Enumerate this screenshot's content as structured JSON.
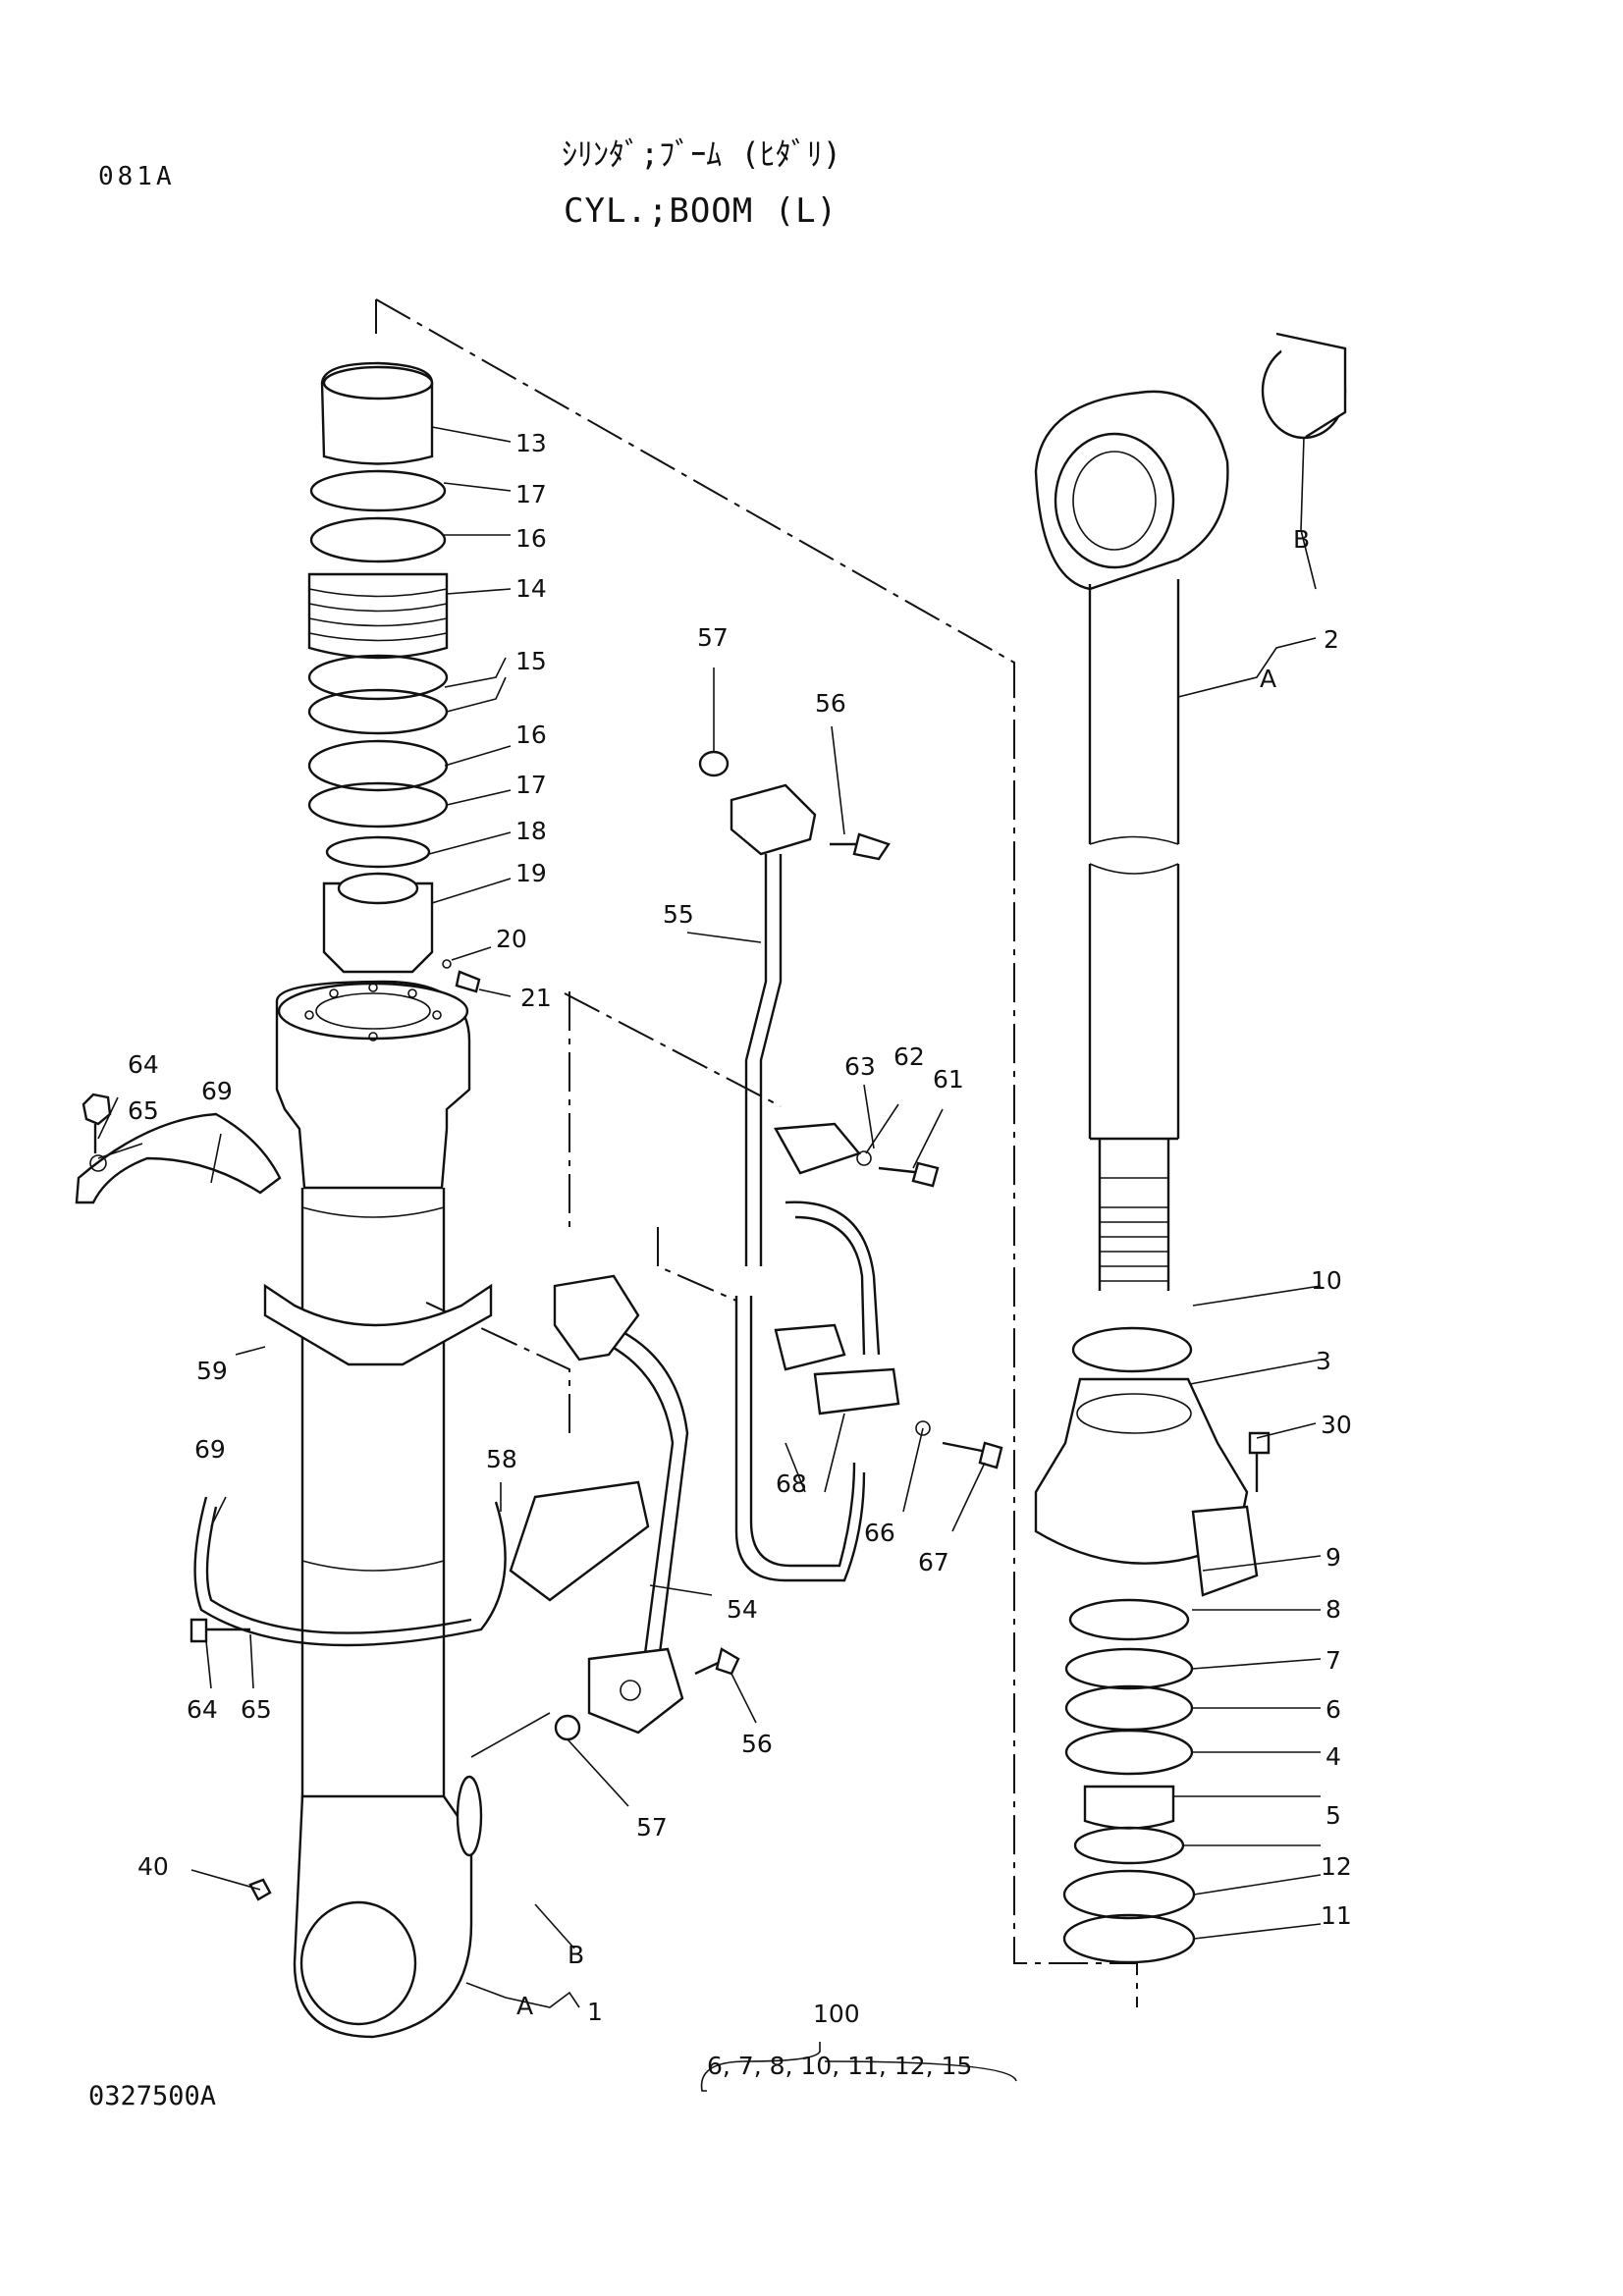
{
  "header": {
    "page_code": "081A",
    "title_jp": "ｼﾘﾝﾀﾞ;ﾌﾞｰﾑ (ﾋﾀﾞﾘ)",
    "title_en": "CYL.;BOOM (L)"
  },
  "drawing_number": "0327500A",
  "callouts": {
    "c1": "1",
    "c2": "2",
    "c3": "3",
    "c4": "4",
    "c5": "5",
    "c6": "6",
    "c7": "7",
    "c8": "8",
    "c9": "9",
    "c10": "10",
    "c11": "11",
    "c12": "12",
    "c13": "13",
    "c14": "14",
    "c15": "15",
    "c16a": "16",
    "c16b": "16",
    "c17a": "17",
    "c17b": "17",
    "c18": "18",
    "c19": "19",
    "c20": "20",
    "c21": "21",
    "c30": "30",
    "c40": "40",
    "c54": "54",
    "c55": "55",
    "c56a": "56",
    "c56b": "56",
    "c57a": "57",
    "c57b": "57",
    "c58": "58",
    "c59": "59",
    "c61": "61",
    "c62": "62",
    "c63": "63",
    "c64a": "64",
    "c64b": "64",
    "c65a": "65",
    "c65b": "65",
    "c66": "66",
    "c67": "67",
    "c68": "68",
    "c69a": "69",
    "c69b": "69",
    "letter_a1": "A",
    "letter_b1": "B",
    "letter_a2": "A",
    "letter_b2": "B"
  },
  "kit": {
    "number": "100",
    "parts": "6, 7, 8, 10, 11, 12, 15"
  }
}
